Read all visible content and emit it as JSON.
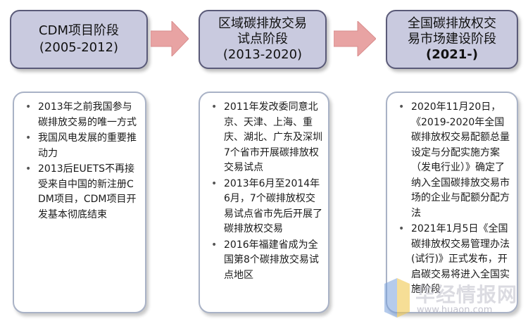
{
  "stages": [
    {
      "lines": [
        "CDM项目阶段",
        "(2005-2012)"
      ]
    },
    {
      "lines": [
        "区域碳排放交易",
        "试点阶段",
        "(2013-2020)"
      ]
    },
    {
      "lines": [
        "全国碳排放权交",
        "易市场建设阶段",
        "(2021-)"
      ]
    }
  ],
  "cards": [
    {
      "items": [
        "2013年之前我国参与碳排放交易的唯一方式",
        "我国风电发展的重要推动力",
        "2013后EUETS不再接受来自中国的新注册CDM项目，CDM项目开发基本彻底结束"
      ]
    },
    {
      "items": [
        "2011年发改委同意北京、天津、上海、重庆、湖北、广东及深圳7个省市开展碳排放权交易试点",
        "2013年6月至2014年6月，7个碳排放权交易试点省市先后开展了碳排放权交易",
        "2016年福建省成为全国第8个碳排放交易试点地区"
      ]
    },
    {
      "items": [
        "2020年11月20日，《2019-2020年全国碳排放权交易配额总量设定与分配实施方案（发电行业）》确定了纳入全国碳排放交易市场的企业与配额分配方法",
        "2021年1月5日《全国碳排放权交易管理办法(试行)》正式发布，开启碳交易将进入全国实施阶段"
      ]
    }
  ],
  "watermark": {
    "text": "华经情报网",
    "url": "www.huaon.com"
  },
  "colors": {
    "stage_fill": "#c9cadf",
    "stage_border": "#5a5a78",
    "arrow": "#e8a3a3",
    "card_border": "#a9b2c6"
  }
}
